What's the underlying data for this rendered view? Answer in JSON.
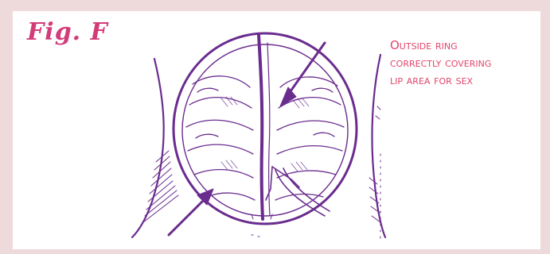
{
  "figure": {
    "label": "Fig. F",
    "caption_lines": [
      "Outside ring",
      "correctly covering",
      "lip area for sex"
    ]
  },
  "colors": {
    "background": "#efdadb",
    "panel": "#ffffff",
    "title": "#d23c79",
    "caption": "#e2456c",
    "line_art": "#6a2c8e"
  },
  "illustration": {
    "subject": "external view of inserted ring covering lip area",
    "icons": [
      "ring-outline",
      "arrow-top",
      "arrow-bottom-left",
      "arrow-bottom-right"
    ]
  }
}
